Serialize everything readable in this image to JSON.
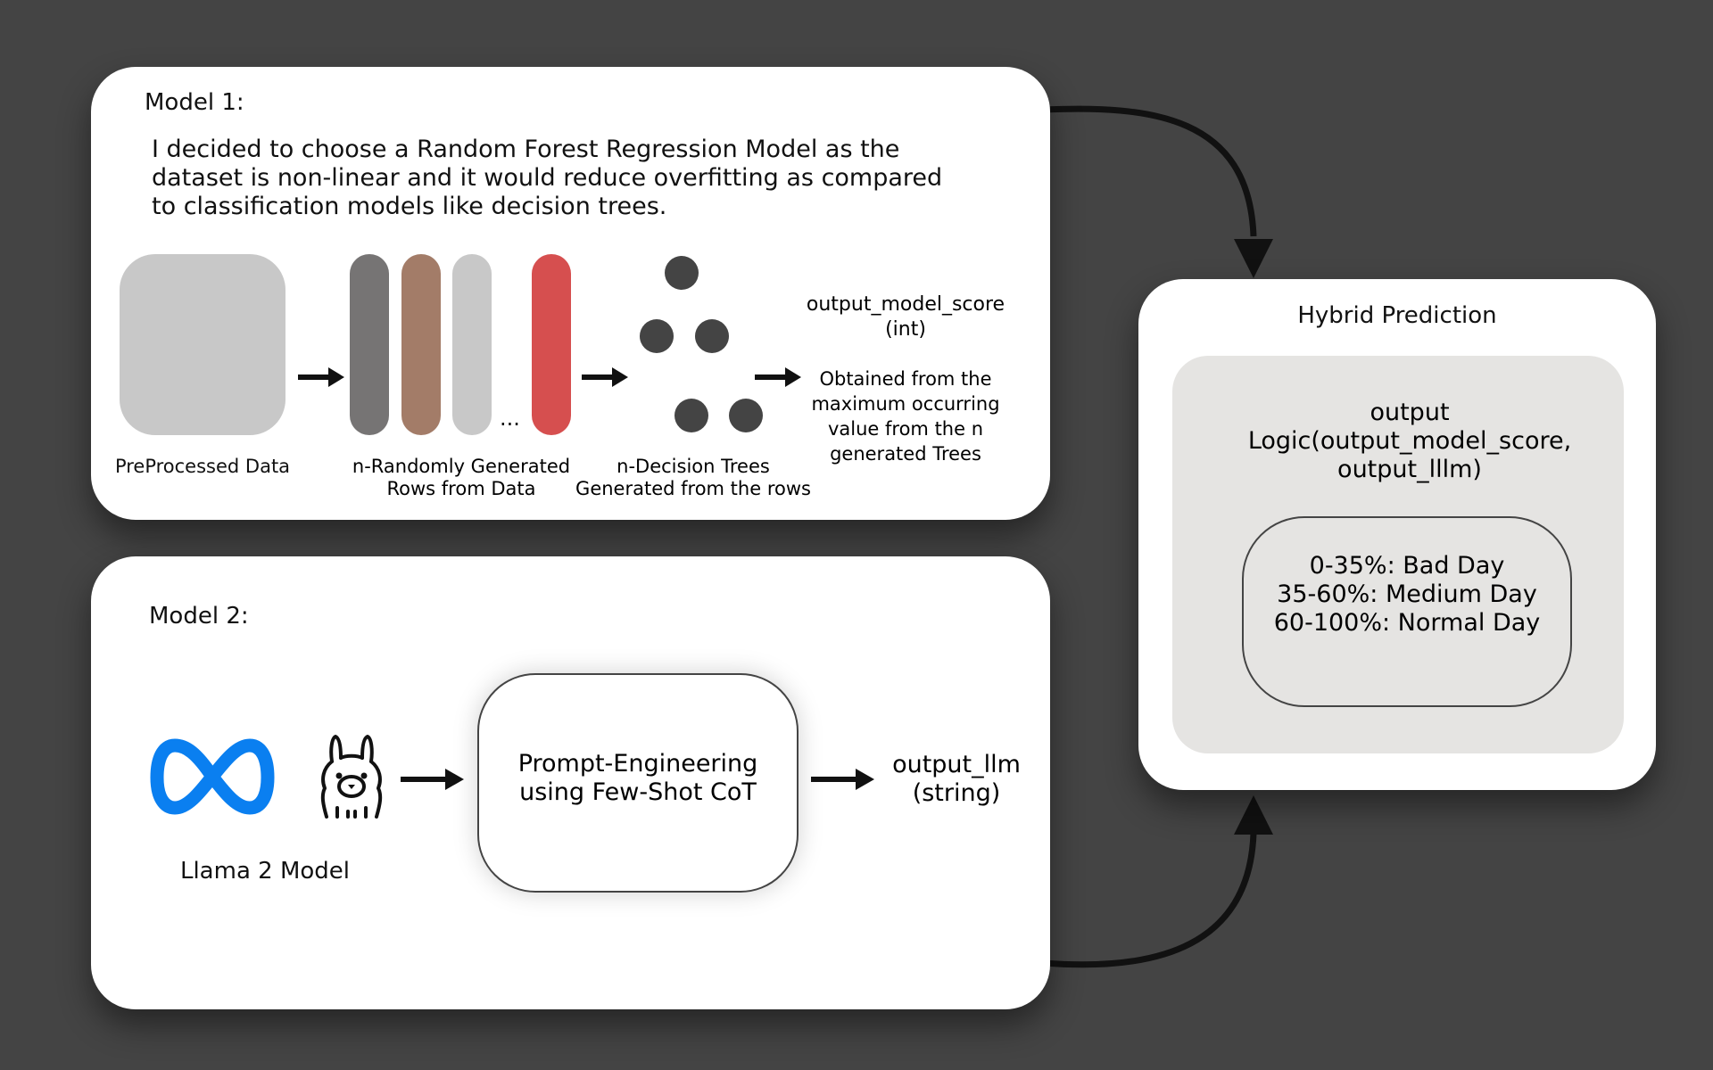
{
  "model1": {
    "title": "Model 1:",
    "description_lines": [
      "I decided to choose a Random Forest Regression Model as the",
      "dataset is non-linear and it would reduce overfitting as compared",
      "to classification models like decision trees."
    ],
    "preprocessed_label": "PreProcessed Data",
    "rows_label_lines": [
      "n-Randomly Generated",
      "Rows from Data"
    ],
    "ellipsis": "...",
    "trees_label_lines": [
      "n-Decision Trees",
      "Generated from the rows"
    ],
    "output_lines": [
      "output_model_score",
      "(int)"
    ],
    "output_note_lines": [
      "Obtained from the",
      "maximum occurring",
      "value from the n",
      "generated Trees"
    ],
    "bar_colors": [
      "#767474",
      "#a37c68",
      "#c8c8c8",
      "#d64f4f"
    ]
  },
  "model2": {
    "title": "Model 2:",
    "llama_label": "Llama 2 Model",
    "prompt_lines": [
      "Prompt-Engineering",
      "using Few-Shot CoT"
    ],
    "output_lines": [
      "output_llm",
      "(string)"
    ],
    "icons": [
      "meta-logo-icon",
      "llama-icon"
    ],
    "meta_color": "#0a7ff0"
  },
  "hybrid": {
    "title": "Hybrid Prediction",
    "logic_lines": [
      "output",
      "Logic(output_model_score,",
      "output_lllm)"
    ],
    "categories": [
      "0-35%: Bad Day",
      "35-60%: Medium Day",
      "60-100%: Normal Day"
    ]
  }
}
